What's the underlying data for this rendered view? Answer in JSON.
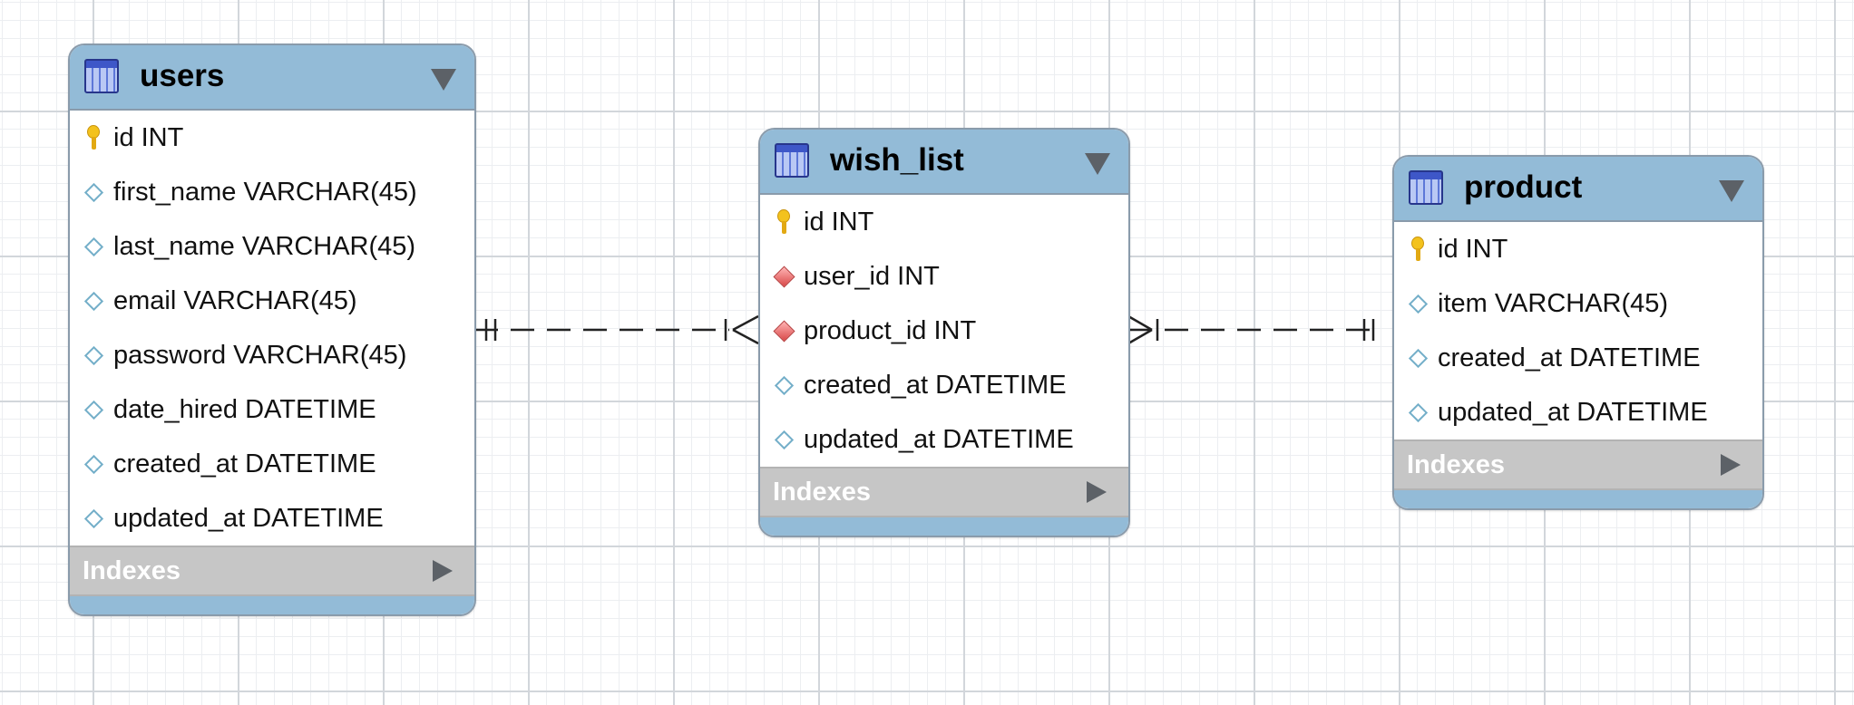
{
  "entities": [
    {
      "name": "users",
      "columns": [
        {
          "icon": "primary-key-icon",
          "text": "id INT"
        },
        {
          "icon": "column-diamond-icon",
          "text": "first_name VARCHAR(45)"
        },
        {
          "icon": "column-diamond-icon",
          "text": "last_name VARCHAR(45)"
        },
        {
          "icon": "column-diamond-icon",
          "text": "email VARCHAR(45)"
        },
        {
          "icon": "column-diamond-icon",
          "text": "password VARCHAR(45)"
        },
        {
          "icon": "column-diamond-icon",
          "text": "date_hired DATETIME"
        },
        {
          "icon": "column-diamond-icon",
          "text": "created_at DATETIME"
        },
        {
          "icon": "column-diamond-icon",
          "text": "updated_at DATETIME"
        }
      ],
      "indexes_label": "Indexes"
    },
    {
      "name": "wish_list",
      "columns": [
        {
          "icon": "primary-key-icon",
          "text": "id INT"
        },
        {
          "icon": "foreign-key-icon",
          "text": "user_id INT"
        },
        {
          "icon": "foreign-key-icon",
          "text": "product_id INT"
        },
        {
          "icon": "column-diamond-icon",
          "text": "created_at DATETIME"
        },
        {
          "icon": "column-diamond-icon",
          "text": "updated_at DATETIME"
        }
      ],
      "indexes_label": "Indexes"
    },
    {
      "name": "product",
      "columns": [
        {
          "icon": "primary-key-icon",
          "text": "id INT"
        },
        {
          "icon": "column-diamond-icon",
          "text": "item VARCHAR(45)"
        },
        {
          "icon": "column-diamond-icon",
          "text": "created_at DATETIME"
        },
        {
          "icon": "column-diamond-icon",
          "text": "updated_at DATETIME"
        }
      ],
      "indexes_label": "Indexes"
    }
  ],
  "relationships": [
    {
      "from": "users",
      "to": "wish_list",
      "from_cardinality": "one",
      "to_cardinality": "many",
      "line_style": "dashed"
    },
    {
      "from": "wish_list",
      "to": "product",
      "from_cardinality": "many",
      "to_cardinality": "one-mandatory",
      "line_style": "dashed"
    }
  ],
  "colors": {
    "header": "#93bbd7",
    "indexes_bar": "#c6c6c6",
    "border": "#8a9bab",
    "grid_major": "#d2d6db",
    "grid_minor": "#eceef1"
  }
}
